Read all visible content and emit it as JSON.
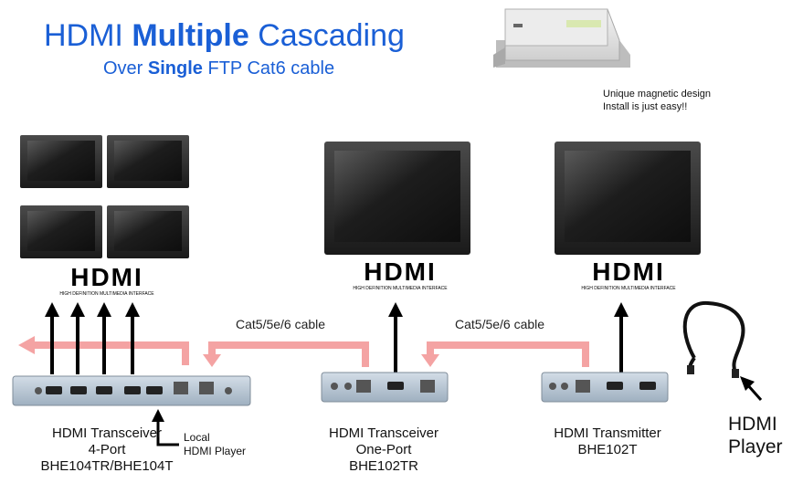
{
  "title": {
    "part1": "HDMI",
    "bold": "Multiple",
    "part2": "Cascading"
  },
  "subtitle": {
    "part1": "Over",
    "bold": "Single",
    "part2": "FTP Cat6 cable"
  },
  "magnetic_note": {
    "line1": "Unique magnetic design",
    "line2": "Install is just easy!!"
  },
  "hdmi_logo": {
    "word": "HDMI",
    "tagline": "HIGH DEFINITION MULTIMEDIA INTERFACE"
  },
  "cable_labels": [
    "Cat5/5e/6 cable",
    "Cat5/5e/6 cable"
  ],
  "devices": [
    {
      "line1": "HDMI Transceiver",
      "line2": "4-Port",
      "line3": "BHE104TR/BHE104T"
    },
    {
      "line1": "HDMI Transceiver",
      "line2": "One-Port",
      "line3": "BHE102TR"
    },
    {
      "line1": "HDMI Transmitter",
      "line2": "BHE102T"
    }
  ],
  "local_player": {
    "line1": "Local",
    "line2": "HDMI Player"
  },
  "hdmi_player": {
    "line1": "HDMI",
    "line2": "Player"
  },
  "colors": {
    "title_blue": "#1a5fd6",
    "cable_arrow": "#f4a3a3",
    "device_body": "#b9c6d3",
    "screen": "#2a2a2a"
  },
  "icons": [
    "tv-screen-icon",
    "hdmi-logo-icon",
    "hdmi-cable-icon",
    "magnetic-box-icon"
  ]
}
